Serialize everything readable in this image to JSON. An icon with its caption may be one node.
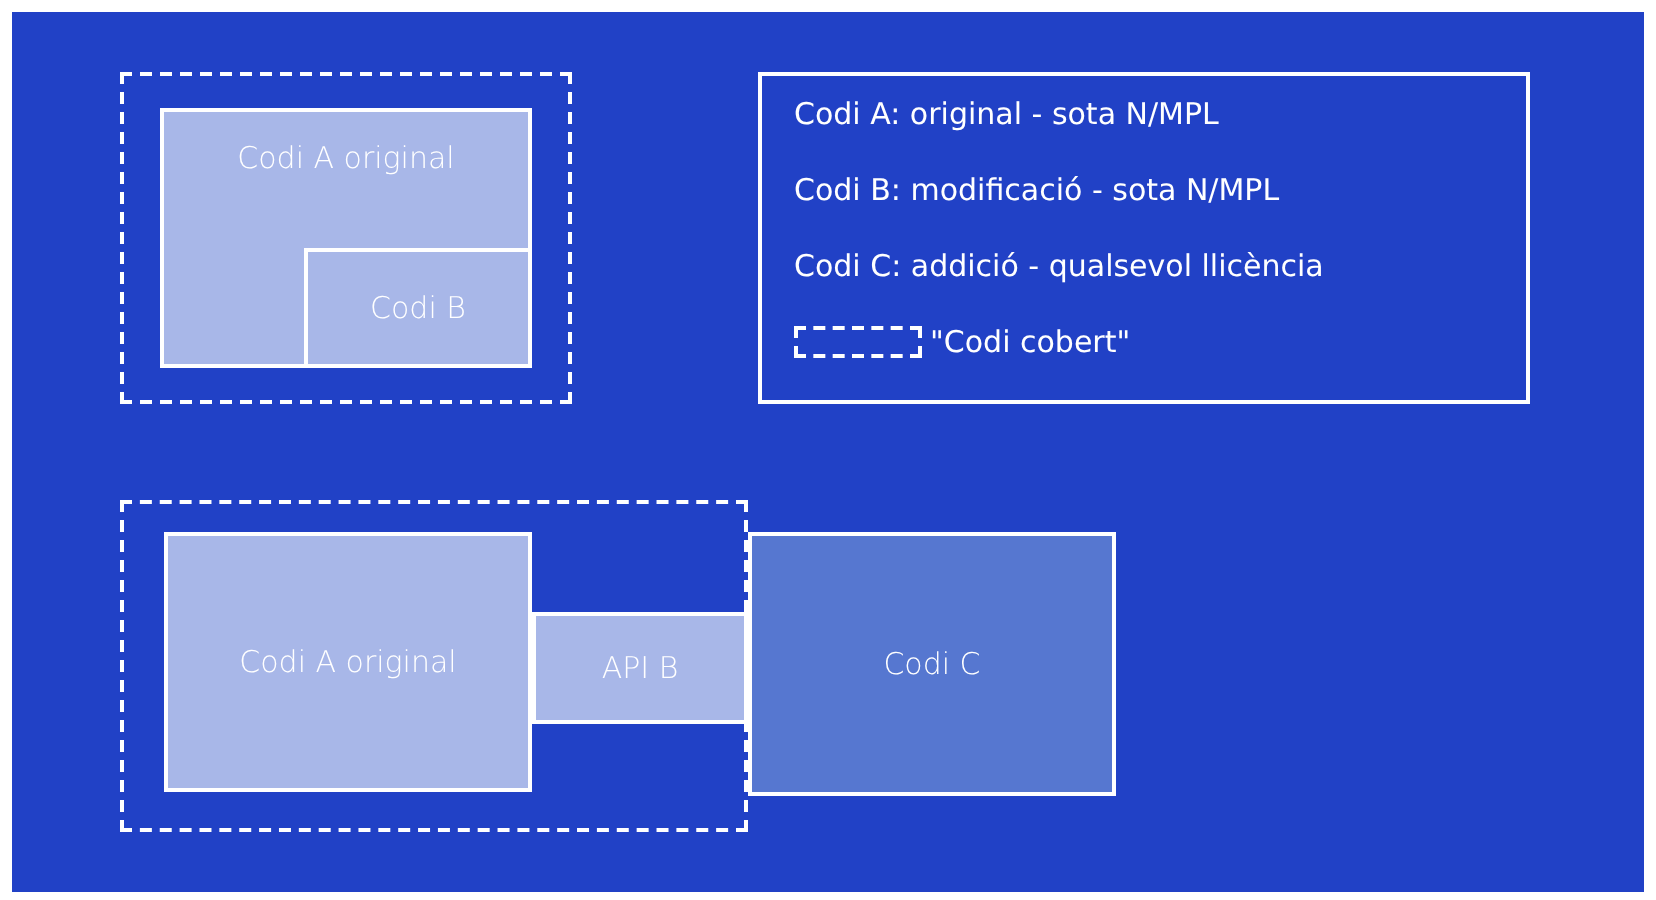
{
  "diagram": {
    "nodes": [
      {
        "text": [],
        "shape": "box"
      },
      {
        "text": [
          "Codi A original"
        ],
        "in": 0
      },
      {
        "text": [
          "Codi B"
        ],
        "in": 1
      },
      {
        "text": [],
        "shape": "box"
      },
      {
        "text": [
          "Codi A original"
        ],
        "in": 3
      },
      {
        "text": [
          "API B"
        ],
        "in": 3
      },
      {
        "text": [
          "Codi C"
        ]
      }
    ],
    "legend": [
      {
        "text": "Codi A: original - sota N/MPL"
      },
      {
        "text": "Codi B: modificació - sota N/MPL"
      },
      {
        "text": "Codi C: addició - qualsevol llicència"
      },
      {
        "text": "\"Codi cobert\""
      }
    ]
  }
}
